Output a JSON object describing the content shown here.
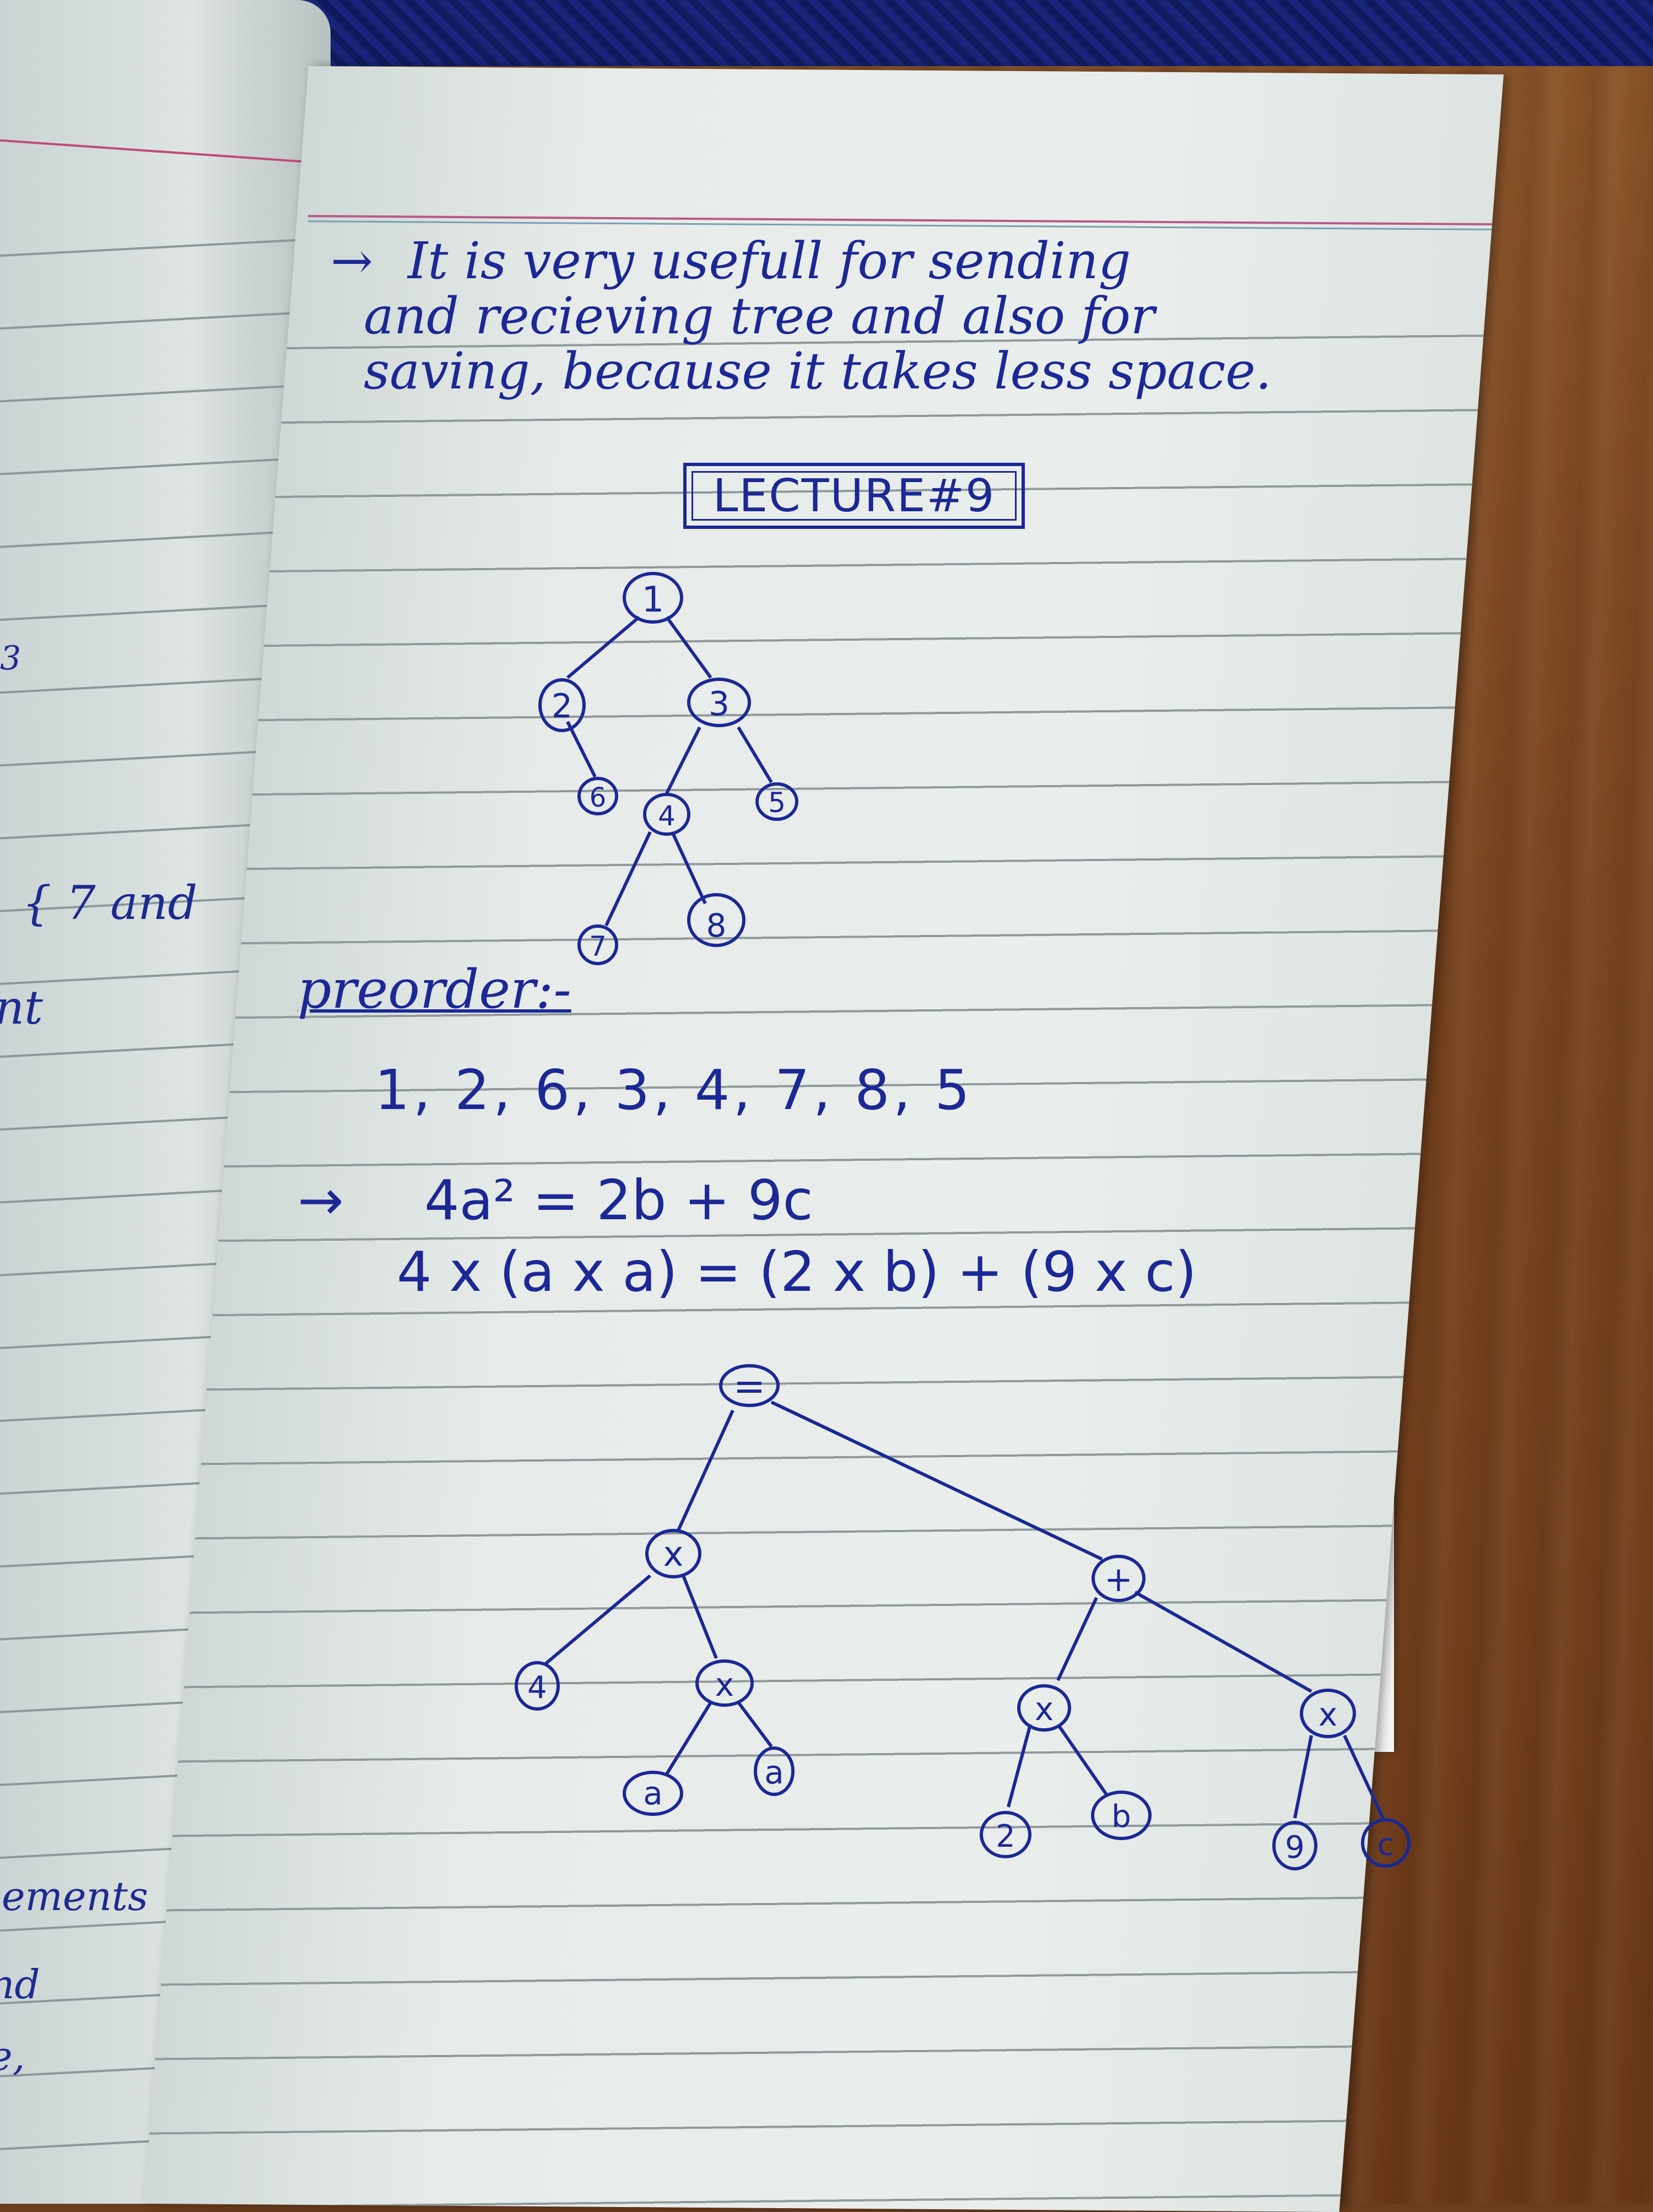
{
  "notebook": {
    "left_page_fragments": [
      "3",
      "{ 7 and",
      "nt",
      "lements",
      "nd",
      "e,"
    ],
    "note": {
      "arrow": "→",
      "lines": [
        "It   is   very   usefull   for   sending",
        "and   recieving   tree   and   also   for",
        "saving,  because   it   takes   less  space."
      ]
    },
    "heading": "LECTURE#9",
    "tree1": {
      "nodes": [
        "1",
        "2",
        "3",
        "6",
        "4",
        "5",
        "7",
        "8"
      ]
    },
    "preorder": {
      "label": "preorder:-",
      "sequence": "1, 2, 6, 3, 4, 7, 8, 5"
    },
    "expression": {
      "arrow": "→",
      "line1": "4a² = 2b + 9c",
      "line2": "4 x (a x a) = (2 x b) + (9 x c)"
    },
    "tree2": {
      "nodes": [
        "=",
        "x",
        "+",
        "4",
        "x",
        "a",
        "a",
        "x",
        "x",
        "2",
        "b",
        "9",
        "c"
      ]
    },
    "colors": {
      "ink": "#1c2895",
      "paper": "#e7ecea",
      "rule_line": "#8f9a9c",
      "margin_line": "#b85a86",
      "desk": "#7a4520"
    }
  }
}
